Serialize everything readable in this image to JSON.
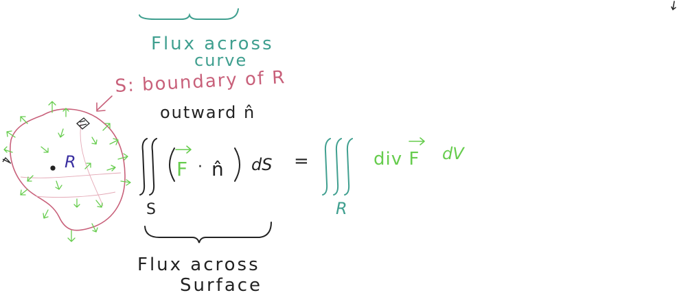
{
  "top_label": {
    "line1": "Flux across",
    "line2": "curve"
  },
  "boundary_label": "S: boundary of R",
  "region_label": "R",
  "normal_label": "outward n̂",
  "lhs": {
    "integrand_F": "F",
    "dot": "·",
    "integrand_n": "n̂",
    "differential": "dS",
    "subscript": "S"
  },
  "equals": "=",
  "rhs": {
    "integrand": "div F",
    "differential": "dV",
    "subscript": "R"
  },
  "bottom_label": {
    "line1": "Flux across",
    "line2": "Surface"
  },
  "colors": {
    "teal": "#3f9f8f",
    "pink": "#c8607a",
    "green": "#66cc4d",
    "black": "#222222",
    "purple": "#3a2fa0"
  }
}
